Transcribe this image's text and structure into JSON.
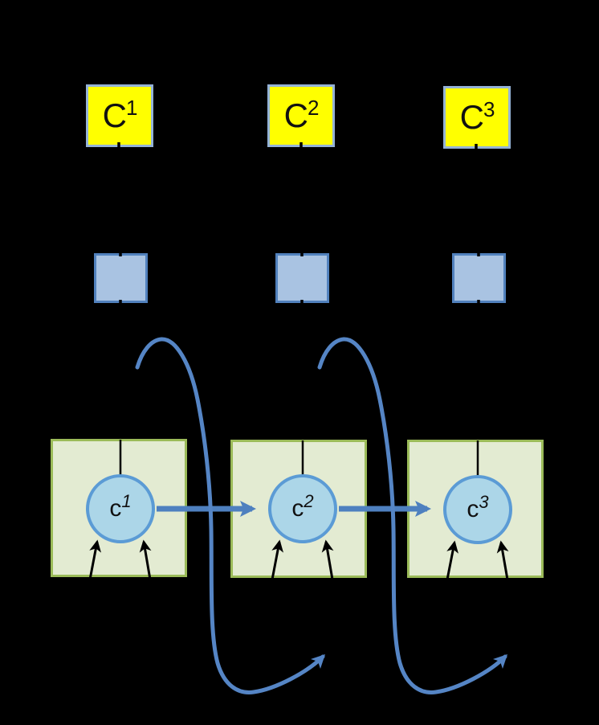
{
  "memory_cells": [
    {
      "base": "C",
      "sup": "1"
    },
    {
      "base": "C",
      "sup": "2"
    },
    {
      "base": "C",
      "sup": "3"
    }
  ],
  "cell_states": [
    {
      "base": "c",
      "sup": "1"
    },
    {
      "base": "c",
      "sup": "2"
    },
    {
      "base": "c",
      "sup": "3"
    }
  ],
  "icons": {
    "state_transition_arrow": "right-arrow",
    "recurrence_loop_arrow": "curved-loop-arrow",
    "input_arrow": "up-arrow",
    "connector_tick": "vertical-tick"
  },
  "colors": {
    "background": "#000000",
    "memory_cell_fill": "#FFFF00",
    "memory_cell_border": "#95B3D7",
    "hidden_square_fill": "#A9C3E2",
    "hidden_square_border": "#5181BD",
    "box_fill": "#E3EBD2",
    "box_border": "#9BBB59",
    "state_circle_fill": "#ACD6E8",
    "state_circle_border": "#5B9BD5",
    "arrow_blue": "#4E80BF",
    "loop_arrow_blue": "#5585C5",
    "connector_black": "#000000"
  }
}
